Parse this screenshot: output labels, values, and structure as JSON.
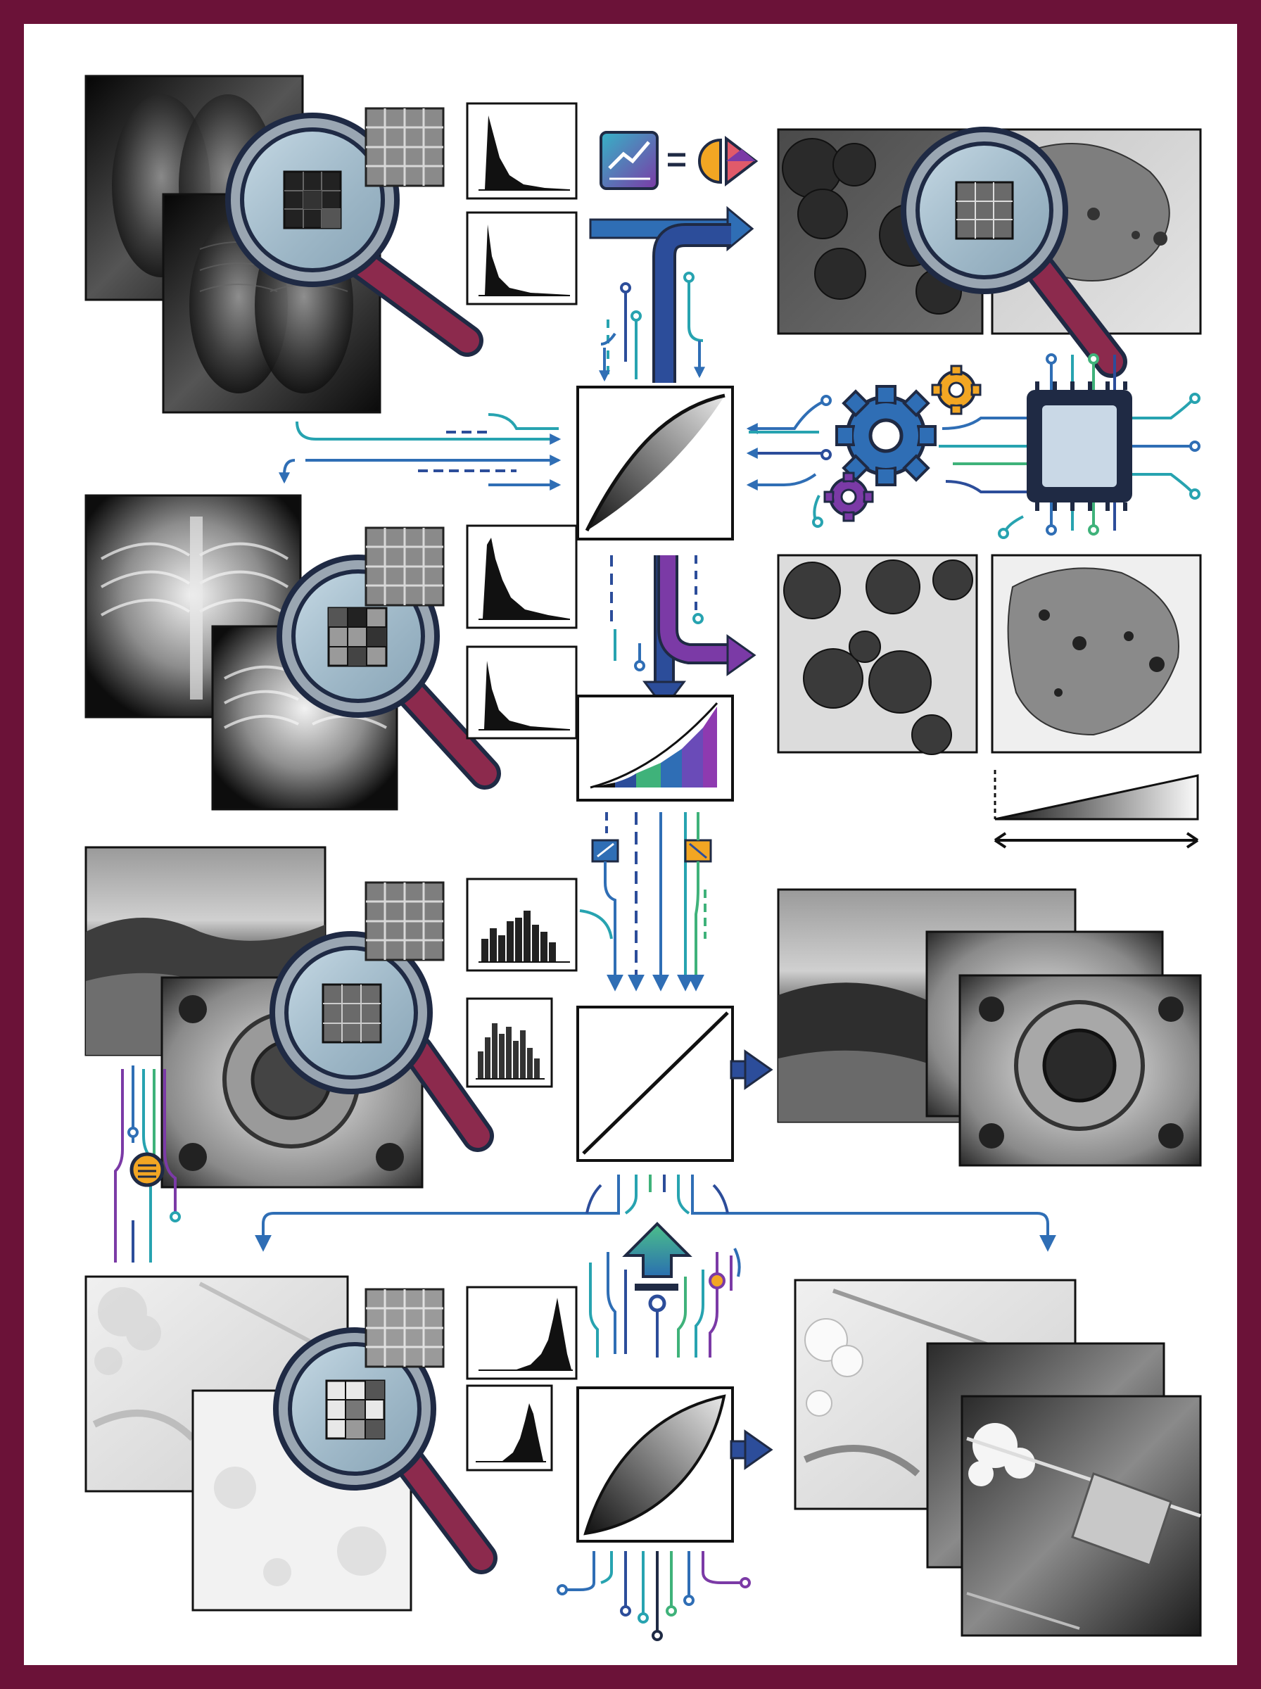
{
  "colors": {
    "frame": "#6b1238",
    "navy": "#1f2a44",
    "blue": "#2f6eb5",
    "deep_blue": "#2c4d9a",
    "teal": "#27a3b0",
    "green": "#3fb27a",
    "purple": "#7b3aa6",
    "orange": "#f2a623",
    "handle": "#8c2a4d"
  },
  "icons": [
    "magnifier-icon",
    "histogram-icon",
    "grid-tile-icon",
    "tone-curve-icon",
    "gear-icon",
    "cpu-chip-icon",
    "arrow-icon",
    "gradient-ramp-icon",
    "up-arrow-icon",
    "slider-knob-icon"
  ],
  "rows": [
    {
      "id": "xray-dark",
      "transform": "tone-curve",
      "output": "tem-micrographs"
    },
    {
      "id": "xray-bright",
      "transform": "colored-ramp",
      "output": "tem-enhanced"
    },
    {
      "id": "landscape-metal",
      "transform": "identity-line",
      "output": "landscape-metal-out"
    },
    {
      "id": "aerial-washed",
      "transform": "s-curve",
      "output": "aerial-enhanced"
    }
  ]
}
